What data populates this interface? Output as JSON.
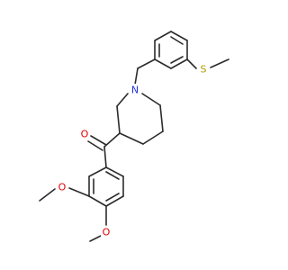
{
  "molecule": {
    "atoms": {
      "n1": {
        "symbol": "N",
        "color": "#2233dd"
      },
      "s1": {
        "symbol": "S",
        "color": "#b59b00"
      },
      "o_ketone": {
        "symbol": "O",
        "color": "#e00000"
      },
      "o_meo3": {
        "symbol": "O",
        "color": "#e00000"
      },
      "o_meo4": {
        "symbol": "O",
        "color": "#e00000"
      }
    },
    "bond_color": "#2b2b2b"
  }
}
